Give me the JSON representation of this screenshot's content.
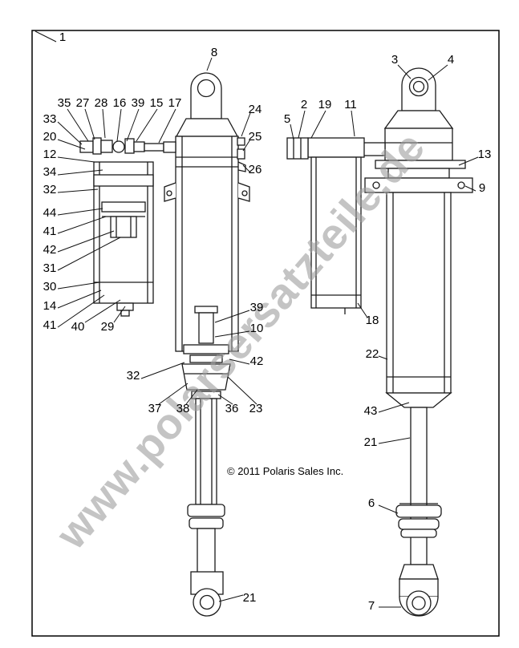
{
  "figure": {
    "ref_label": "1",
    "copyright": "© 2011 Polaris Sales Inc.",
    "watermark": "www.polarsersatzteile.de",
    "description": "Polaris shock absorber exploded parts diagram",
    "line_color": "#1a1a1a",
    "watermark_color": "#9e9e9e"
  },
  "callouts": [
    "1",
    "8",
    "35",
    "27",
    "28",
    "16",
    "39",
    "15",
    "17",
    "33",
    "20",
    "12",
    "34",
    "32",
    "44",
    "41",
    "42",
    "31",
    "30",
    "14",
    "41",
    "40",
    "29",
    "24",
    "25",
    "26",
    "39",
    "10",
    "42",
    "32",
    "37",
    "38",
    "36",
    "23",
    "21",
    "3",
    "4",
    "2",
    "19",
    "11",
    "5",
    "13",
    "9",
    "18",
    "22",
    "43",
    "21",
    "6",
    "7"
  ]
}
